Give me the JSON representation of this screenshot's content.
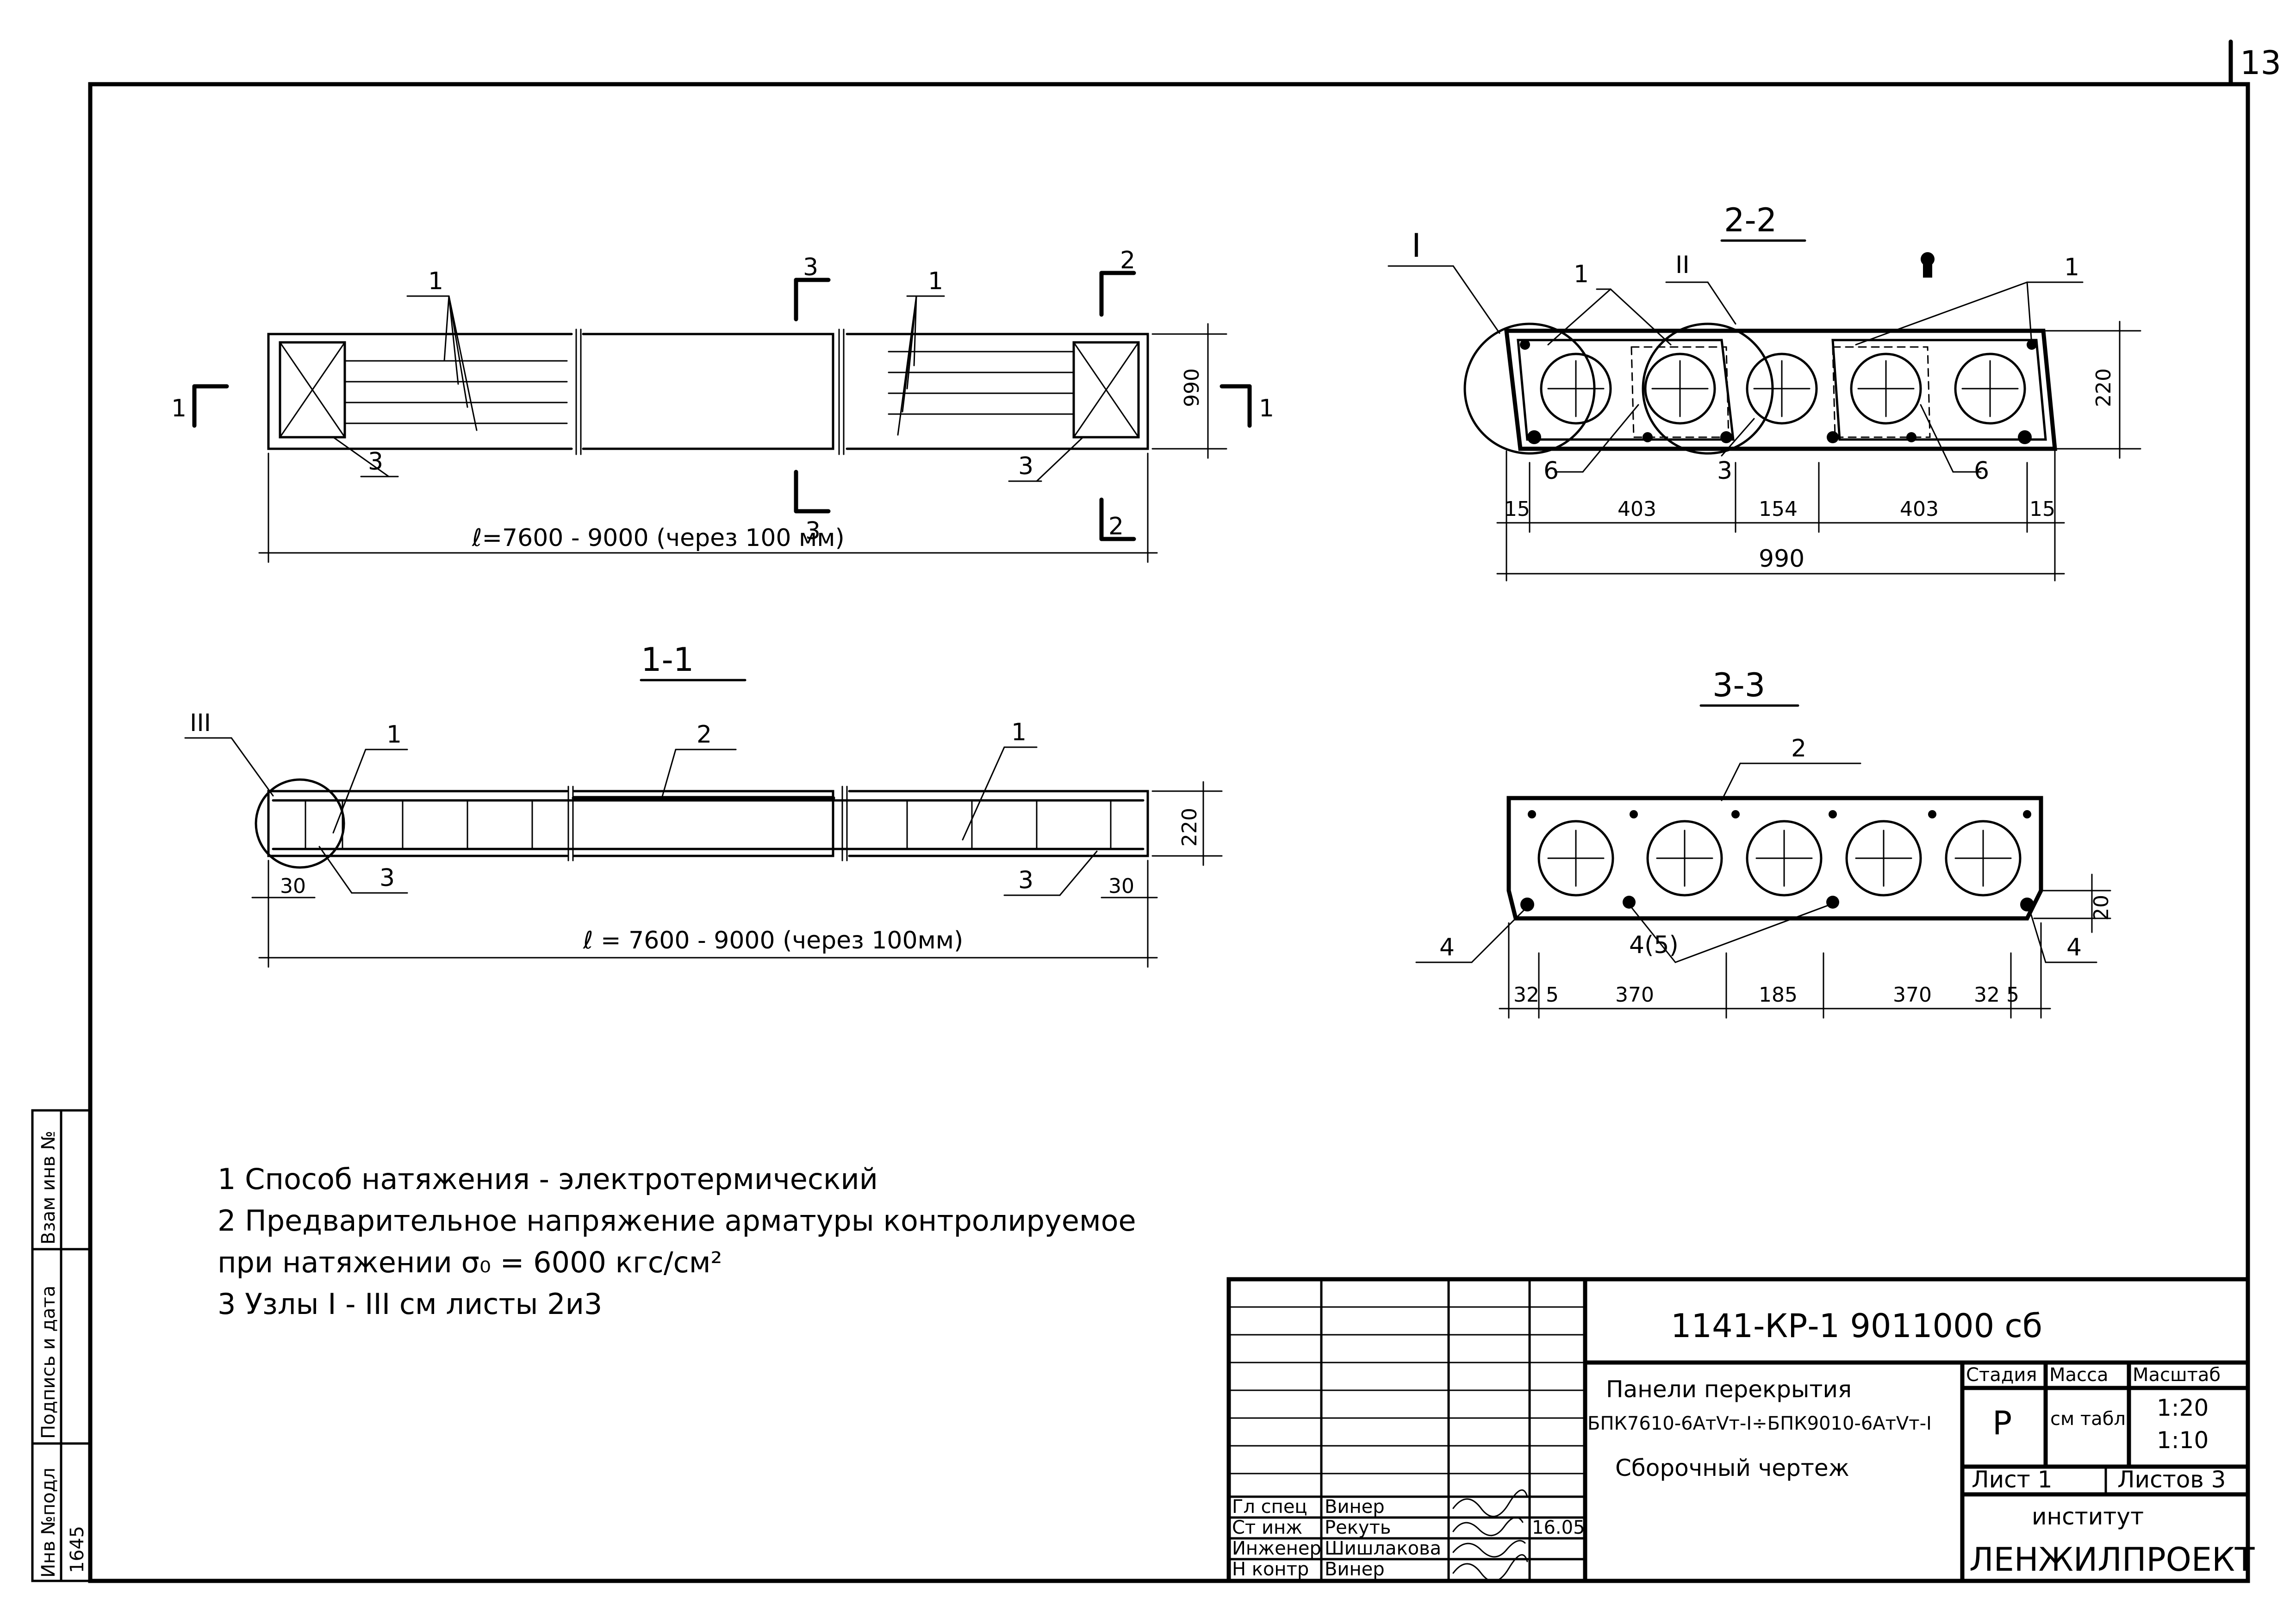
{
  "sheet": {
    "page_number": "13",
    "side_stamp": {
      "inv_podl": "Инв №подл",
      "podpis_data": "Подпись и дата",
      "vzam_inv": "Взам инв №",
      "inv_value": "1645"
    }
  },
  "plan": {
    "dim_width": "990",
    "dim_length": "ℓ=7600 - 9000 (через 100 мм)",
    "cut_1": "1",
    "cut_2": "2",
    "cut_3": "3",
    "callouts": [
      "1",
      "3"
    ]
  },
  "section_1_1": {
    "title": "1-1",
    "node_label": "III",
    "callouts": [
      "1",
      "2",
      "3"
    ],
    "dim_height": "220",
    "dim_end_left": "30",
    "dim_end_right": "30",
    "dim_length": "ℓ = 7600 - 9000 (через 100мм)"
  },
  "section_2_2": {
    "title": "2-2",
    "node_labels": [
      "I",
      "II"
    ],
    "callouts": [
      "1",
      "6",
      "3"
    ],
    "dim_height": "220",
    "dims_bottom": [
      "15",
      "403",
      "154",
      "403",
      "15"
    ],
    "dim_total": "990"
  },
  "section_3_3": {
    "title": "3-3",
    "callouts": [
      "2",
      "4",
      "4(5)"
    ],
    "dim_side": "20",
    "dims_bottom": [
      "32 5",
      "370",
      "185",
      "370",
      "32 5"
    ]
  },
  "notes": [
    "1 Способ натяжения - электротермический",
    "2 Предварительное напряжение арматуры контролируемое",
    "при натяжении σ₀ = 6000 кгс/см²",
    "3 Узлы I - III см листы 2и3"
  ],
  "title_block": {
    "code": "1141-КР-1 9011000 сб",
    "name_line1": "Панели перекрытия",
    "name_line2": "БПК7610-6АтVт-I÷БПК9010-6АтVт-I",
    "name_line3": "Сборочный чертеж",
    "stage_header": "Стадия",
    "mass_header": "Масса",
    "scale_header": "Масштаб",
    "stage_value": "Р",
    "mass_value": "см табл",
    "scale_value_1": "1:20",
    "scale_value_2": "1:10",
    "sheet_label": "Лист 1",
    "sheets_label": "Листов 3",
    "institute_1": "институт",
    "institute_2": "ЛЕНЖИЛПРОЕКТ",
    "staff": [
      {
        "role": "Гл спец",
        "name": "Винер",
        "date": ""
      },
      {
        "role": "Ст инж",
        "name": "Рекуть",
        "date": "16.05"
      },
      {
        "role": "Инженер",
        "name": "Шишлакова",
        "date": ""
      },
      {
        "role": "Н контр",
        "name": "Винер",
        "date": ""
      }
    ]
  }
}
